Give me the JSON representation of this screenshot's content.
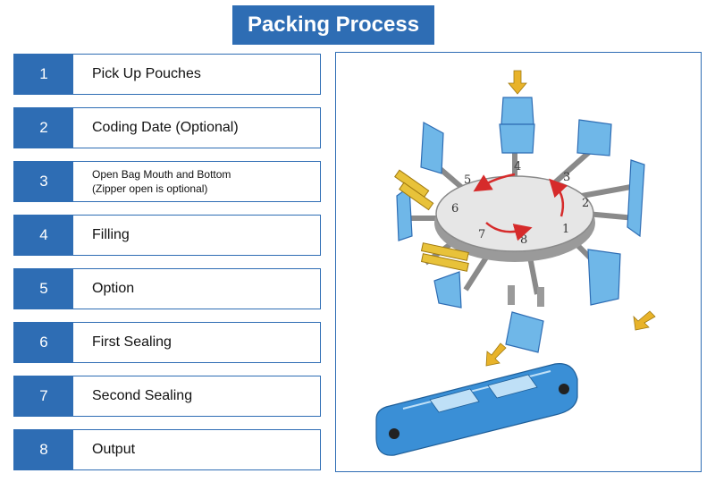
{
  "title": "Packing Process",
  "steps": [
    {
      "number": "1",
      "label": "Pick Up Pouches"
    },
    {
      "number": "2",
      "label": "Coding Date (Optional)"
    },
    {
      "number": "3",
      "label_line1": "Open Bag Mouth and Bottom",
      "label_line2": "(Zipper open is optional)"
    },
    {
      "number": "4",
      "label": "Filling"
    },
    {
      "number": "5",
      "label": "Option"
    },
    {
      "number": "6",
      "label": "First Sealing"
    },
    {
      "number": "7",
      "label": "Second Sealing"
    },
    {
      "number": "8",
      "label": "Output"
    }
  ],
  "diagram": {
    "station_numbers": [
      "1",
      "2",
      "3",
      "4",
      "5",
      "6",
      "7",
      "8"
    ]
  },
  "colors": {
    "primary": "#2e6db4",
    "pouch": "#6fb7e8",
    "arrow": "#e8b32a",
    "rotation_arrow": "#d62b2b"
  }
}
